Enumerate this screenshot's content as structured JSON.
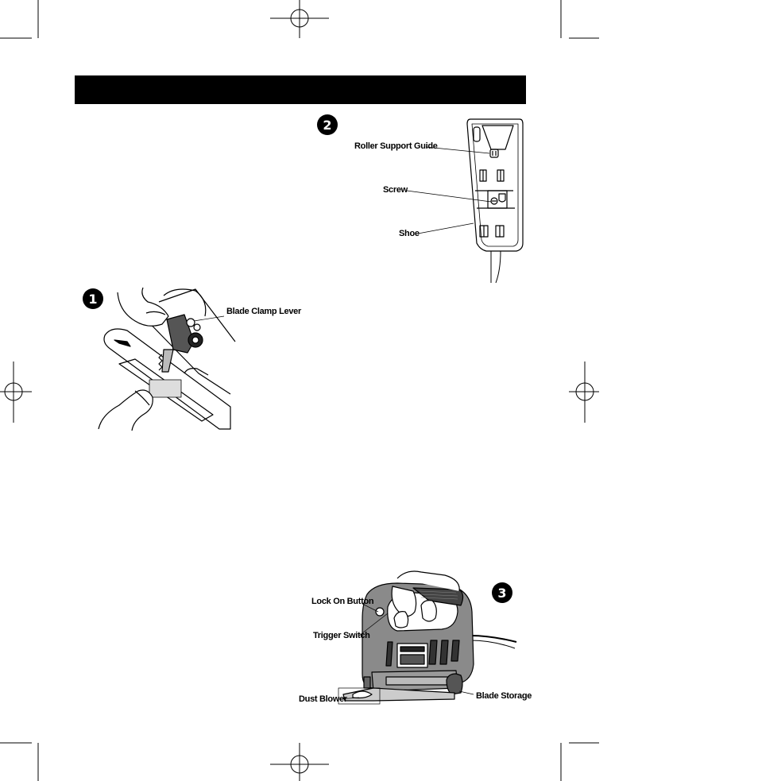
{
  "figures": {
    "fig1": {
      "number": "1",
      "callouts": {
        "blade_clamp_lever": "Blade Clamp Lever"
      }
    },
    "fig2": {
      "number": "2",
      "callouts": {
        "roller_support_guide": "Roller Support Guide",
        "screw": "Screw",
        "shoe": "Shoe"
      }
    },
    "fig3": {
      "number": "3",
      "callouts": {
        "lock_on_button": "Lock On Button",
        "trigger_switch": "Trigger Switch",
        "dust_blower": "Dust Blower",
        "blade_storage": "Blade Storage"
      }
    }
  }
}
